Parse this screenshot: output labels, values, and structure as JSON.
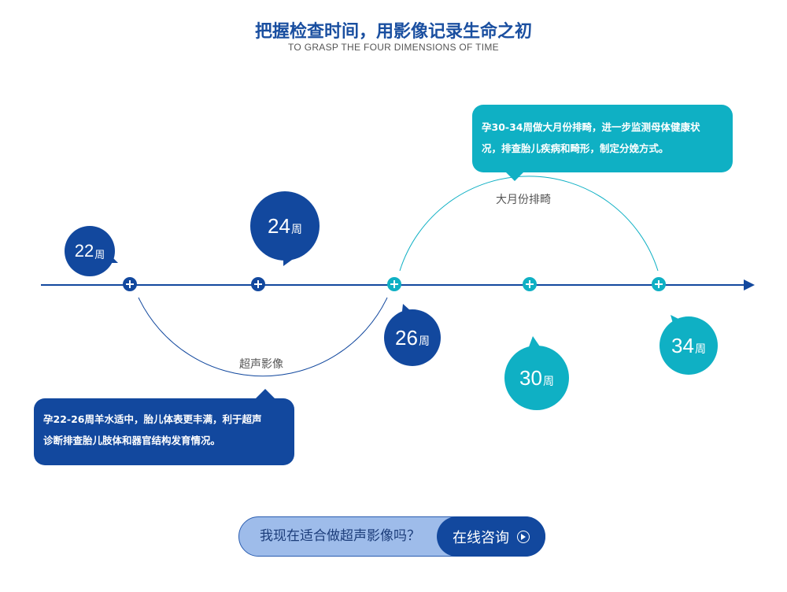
{
  "header": {
    "title": "把握检查时间，用影像记录生命之初",
    "subtitle": "TO GRASP THE FOUR DIMENSIONS OF TIME"
  },
  "milestones": [
    {
      "num": "22",
      "unit": "周"
    },
    {
      "num": "24",
      "unit": "周"
    },
    {
      "num": "26",
      "unit": "周"
    },
    {
      "num": "30",
      "unit": "周"
    },
    {
      "num": "34",
      "unit": "周"
    }
  ],
  "arcs": {
    "ultrasound_label": "超声影像",
    "anomaly_label": "大月份排畸"
  },
  "callouts": {
    "ultrasound": {
      "line1": "孕22-26周羊水适中，胎儿体表更丰满，利于超声",
      "line2": "诊断排查胎儿肢体和器官结构发育情况。"
    },
    "anomaly": {
      "line1": "孕30-34周做大月份排畸，进一步监测母体健康状",
      "line2": "况，排查胎儿疾病和畸形，制定分娩方式。"
    }
  },
  "cta": {
    "question": "我现在适合做超声影像吗？",
    "button": "在线咨询"
  },
  "colors": {
    "primary_blue": "#12489e",
    "teal": "#0fb0c4",
    "cta_light": "#9ebcea"
  }
}
